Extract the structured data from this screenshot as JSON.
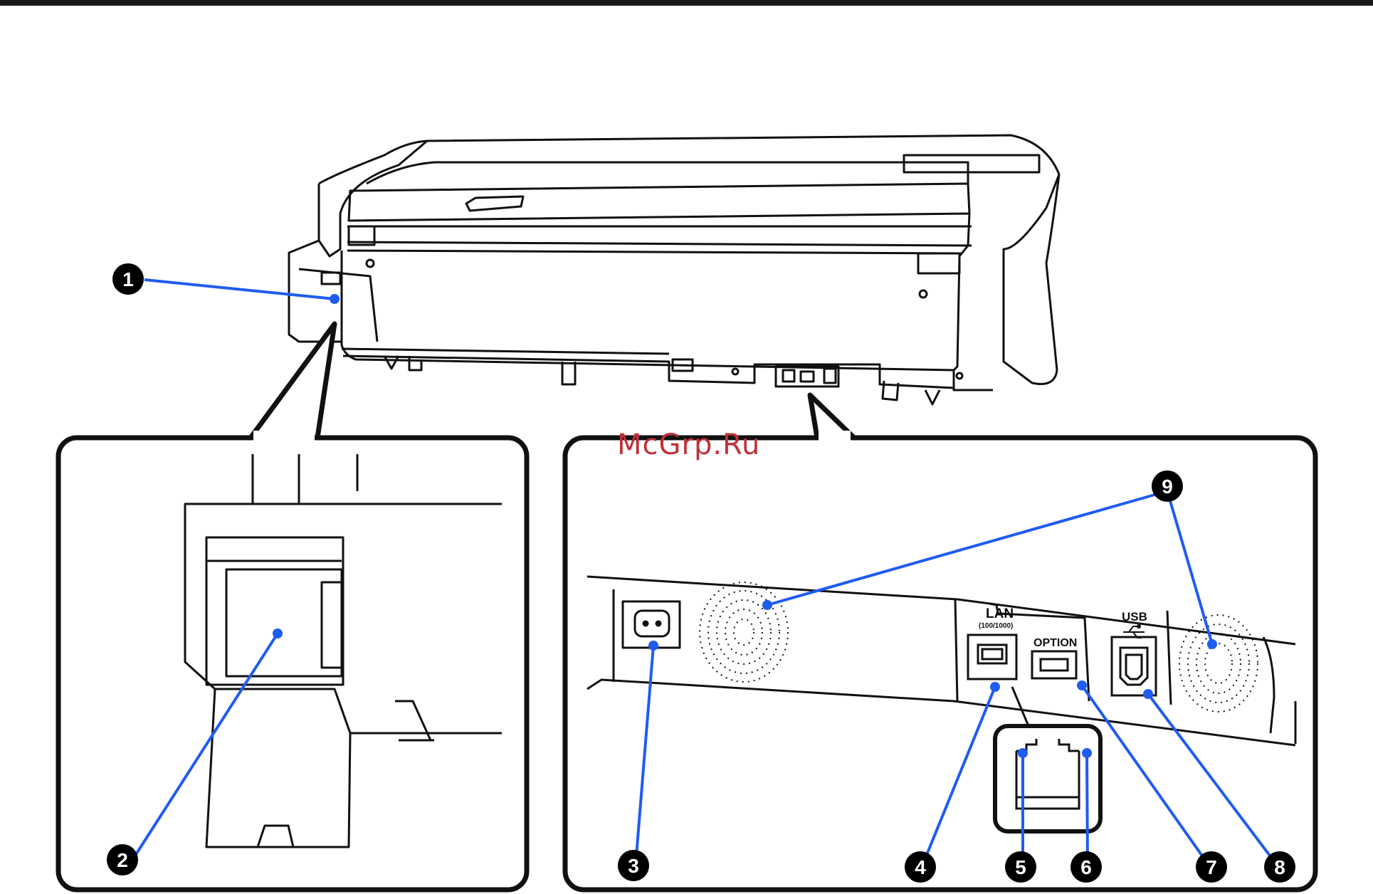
{
  "watermark": "McGrp.Ru",
  "labels": {
    "lan": "LAN",
    "lan_speed": "(100/1000)",
    "option": "OPTION",
    "usb": "USB"
  },
  "callouts": [
    "1",
    "2",
    "3",
    "4",
    "5",
    "6",
    "7",
    "8",
    "9"
  ],
  "colors": {
    "leader": "#1f5cf0",
    "outline": "#111111",
    "badge": "#000000",
    "watermark": "#c0303a"
  },
  "icons": [
    "usb-icon",
    "power-inlet-icon",
    "vent-icon"
  ]
}
